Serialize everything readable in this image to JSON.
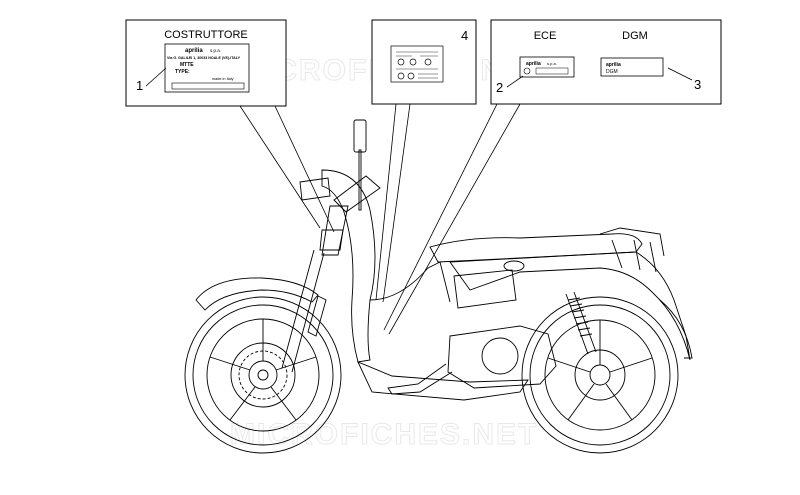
{
  "watermark": "MICROFICHES.NET",
  "boxes": {
    "costruttore": {
      "title": "COSTRUTTORE",
      "plate": {
        "brand": "aprilia",
        "brand_suffix": "s.p.a.",
        "address": "Via G. GALILEI 1, 30033 NOALE (VE)-ITALY",
        "field1": "MTTE",
        "field2": "TYPE:",
        "made_in": "made in Italy"
      }
    },
    "decal": {},
    "ece_dgm": {
      "ece_title": "ECE",
      "dgm_title": "DGM",
      "ece_plate": {
        "brand": "aprilia",
        "suffix": "s.p.a."
      },
      "dgm_plate": {
        "brand": "aprilia",
        "text": "DGM"
      }
    }
  },
  "callouts": [
    "1",
    "2",
    "3",
    "4"
  ]
}
